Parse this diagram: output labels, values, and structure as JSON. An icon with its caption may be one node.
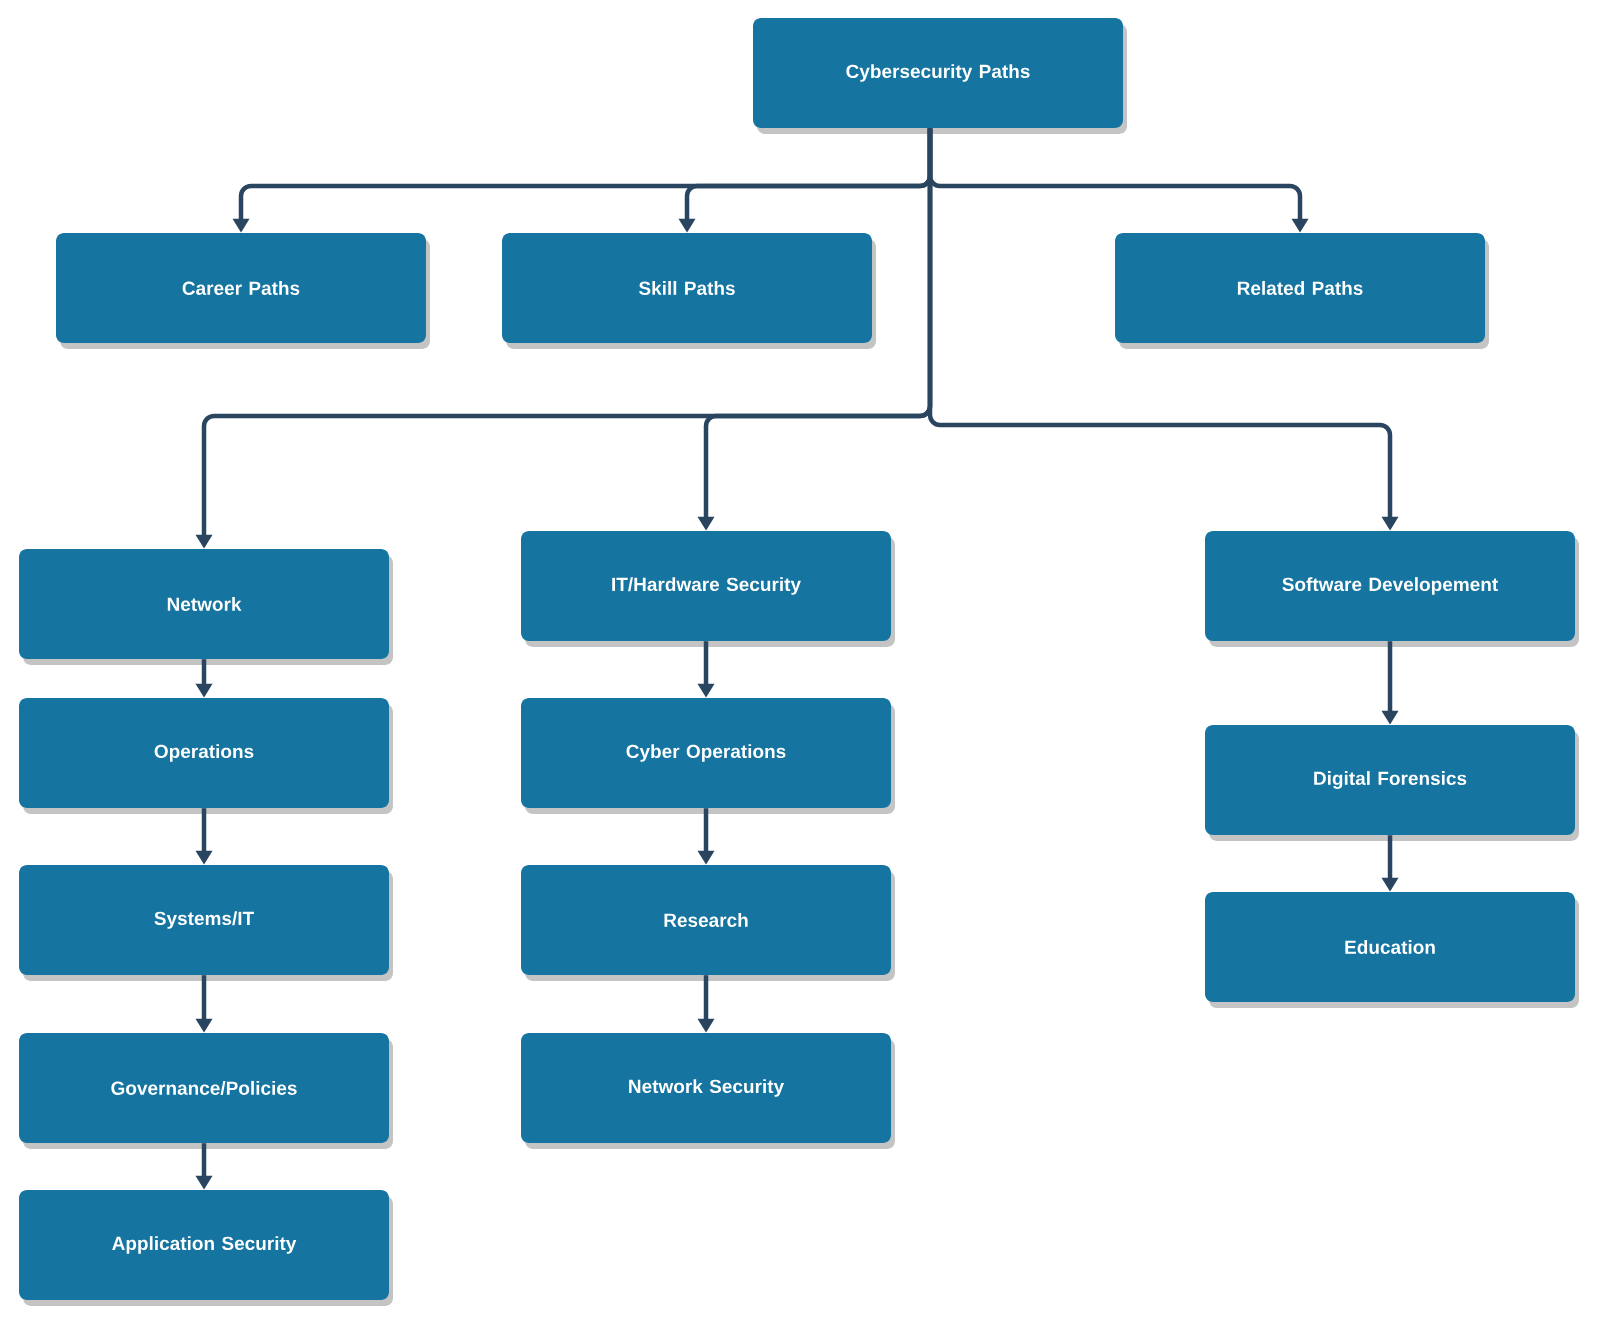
{
  "diagram": {
    "nodes": [
      {
        "text": [
          "Cybersecurity Paths"
        ]
      },
      {
        "text": [
          "Career Paths"
        ]
      },
      {
        "text": [
          "Skill Paths"
        ]
      },
      {
        "text": [
          "Related Paths"
        ]
      },
      {
        "text": [
          "Network"
        ]
      },
      {
        "text": [
          "Operations"
        ]
      },
      {
        "text": [
          "Systems/IT"
        ]
      },
      {
        "text": [
          "Governance/Policies"
        ]
      },
      {
        "text": [
          "Application Security"
        ]
      },
      {
        "text": [
          "IT/Hardware Security"
        ]
      },
      {
        "text": [
          "Cyber Operations"
        ]
      },
      {
        "text": [
          "Research"
        ]
      },
      {
        "text": [
          "Network Security"
        ]
      },
      {
        "text": [
          "Software Developement"
        ]
      },
      {
        "text": [
          "Digital Forensics"
        ]
      },
      {
        "text": [
          "Education"
        ]
      }
    ],
    "edges": [
      {
        "from": 0,
        "to": 1,
        "arrow": "to"
      },
      {
        "from": 0,
        "to": 2,
        "arrow": "to"
      },
      {
        "from": 0,
        "to": 3,
        "arrow": "to"
      },
      {
        "from": 0,
        "to": 4,
        "arrow": "to"
      },
      {
        "from": 0,
        "to": 9,
        "arrow": "to"
      },
      {
        "from": 0,
        "to": 13,
        "arrow": "to"
      },
      {
        "from": 4,
        "to": 5,
        "arrow": "to"
      },
      {
        "from": 5,
        "to": 6,
        "arrow": "to"
      },
      {
        "from": 6,
        "to": 7,
        "arrow": "to"
      },
      {
        "from": 7,
        "to": 8,
        "arrow": "to"
      },
      {
        "from": 9,
        "to": 10,
        "arrow": "to"
      },
      {
        "from": 10,
        "to": 11,
        "arrow": "to"
      },
      {
        "from": 11,
        "to": 12,
        "arrow": "to"
      },
      {
        "from": 13,
        "to": 14,
        "arrow": "to"
      },
      {
        "from": 14,
        "to": 15,
        "arrow": "to"
      }
    ]
  }
}
